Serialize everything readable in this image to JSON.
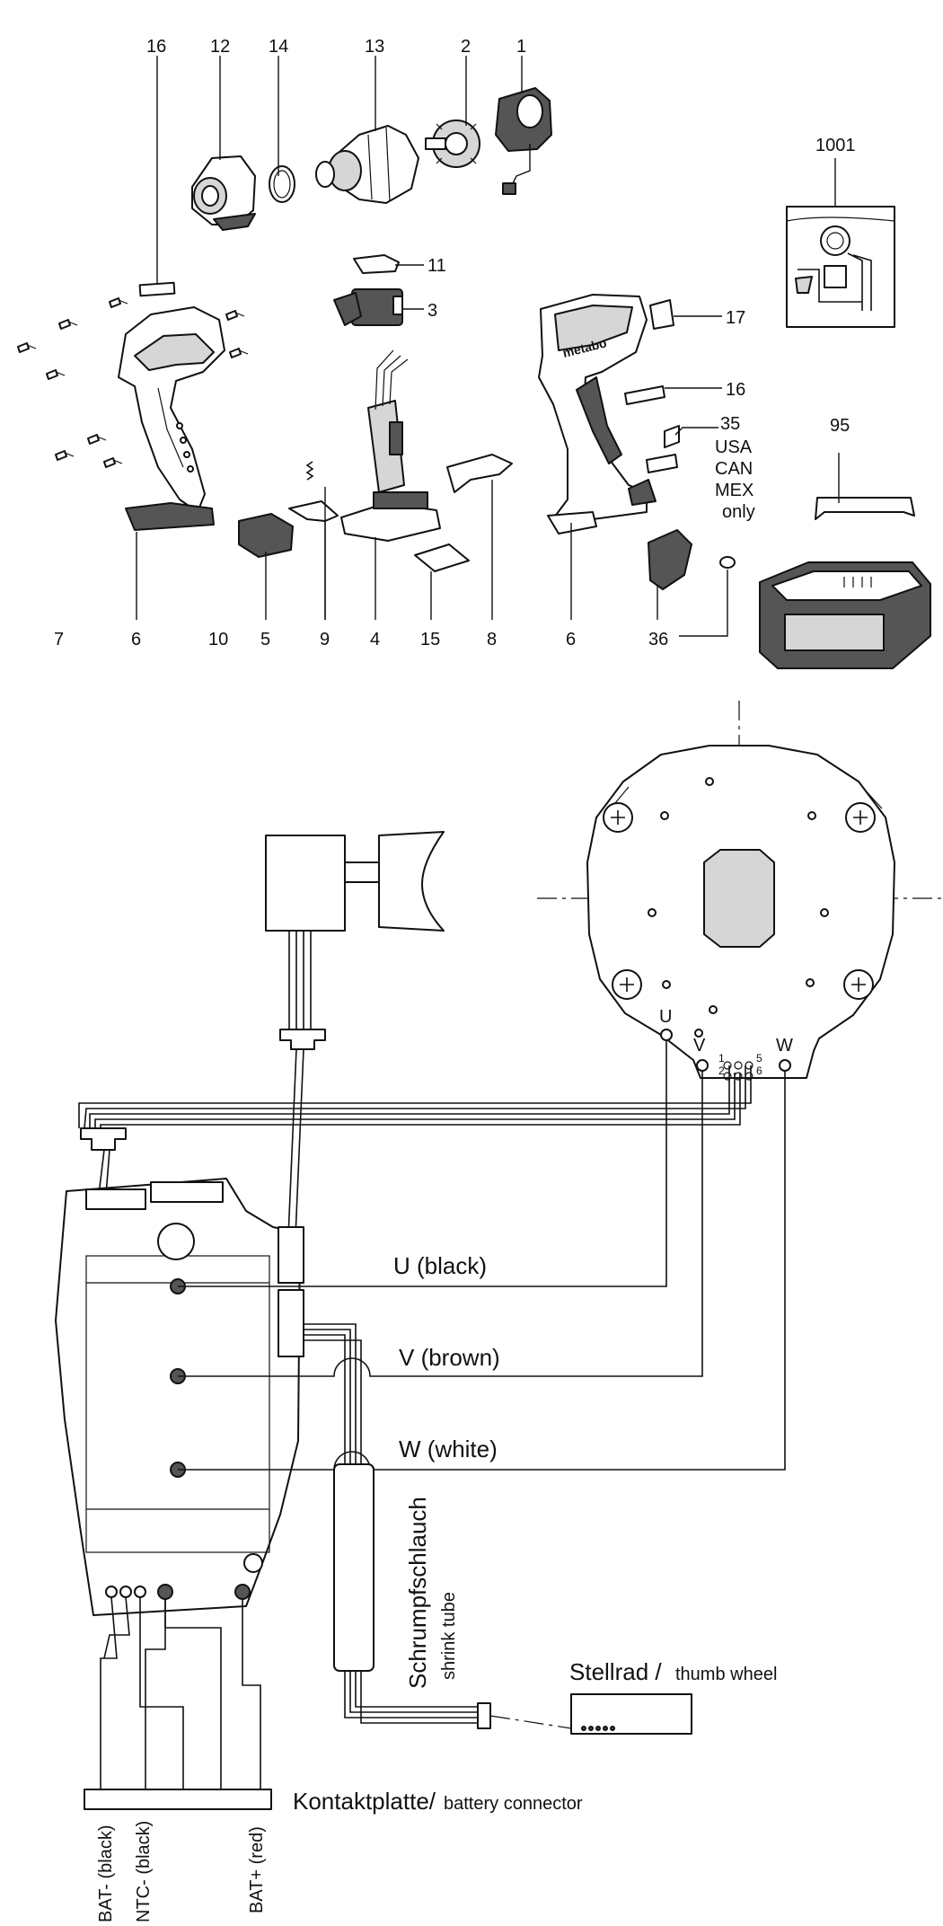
{
  "part_numbers": {
    "p1": "1",
    "p2": "2",
    "p3": "3",
    "p4": "4",
    "p5": "5",
    "p6a": "6",
    "p6b": "6",
    "p7": "7",
    "p8": "8",
    "p9": "9",
    "p10": "10",
    "p11": "11",
    "p12": "12",
    "p13": "13",
    "p14": "14",
    "p15": "15",
    "p16a": "16",
    "p16b": "16",
    "p17": "17",
    "p35": "35",
    "p36": "36",
    "p95": "95",
    "p1001": "1001"
  },
  "notes": {
    "market_1": "USA",
    "market_2": "CAN",
    "market_3": "MEX",
    "market_4": "only",
    "brand": "metabo"
  },
  "wiring": {
    "u_wire": "U   (black)",
    "v_wire": "V   (brown)",
    "w_wire": "W  (white)",
    "motor_u": "U",
    "motor_v": "V",
    "motor_w": "W",
    "pin_1": "1",
    "pin_2": "2",
    "pin_5": "5",
    "pin_6": "6",
    "shrink_tube_de": "Schrumpfschlauch",
    "shrink_tube_en": "shrink tube",
    "thumb_wheel_de": "Stellrad /",
    "thumb_wheel_en": "thumb wheel",
    "battery_connector_de": "Kontaktplatte/",
    "battery_connector_en": "battery connector",
    "bat_minus": "BAT- (black)",
    "ntc_minus": "NTC- (black)",
    "bat_plus": "BAT+ (red)"
  }
}
